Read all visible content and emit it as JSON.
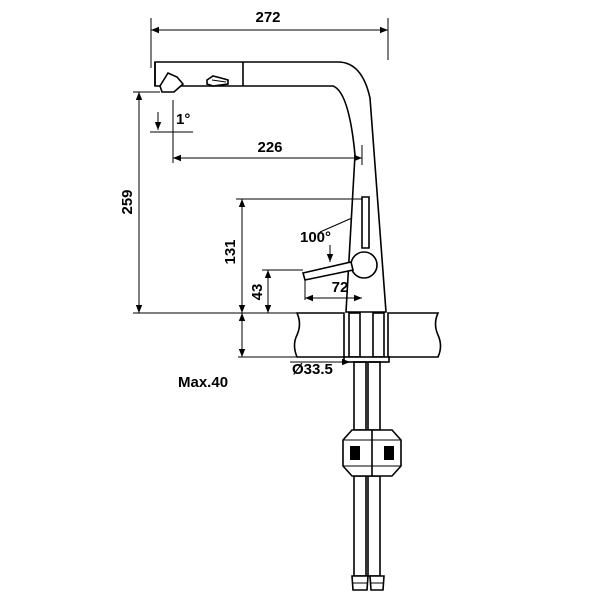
{
  "dimensions": {
    "overall_width": "272",
    "spout_reach": "226",
    "spout_angle": "1°",
    "total_height": "259",
    "lever_height": "131",
    "lever_swing": "100°",
    "lever_base_height": "43",
    "lever_reach": "72",
    "hole_diameter": "Ø33.5",
    "max_counter_thickness": "Max.40"
  },
  "colors": {
    "line": "#000000",
    "background": "#ffffff"
  }
}
